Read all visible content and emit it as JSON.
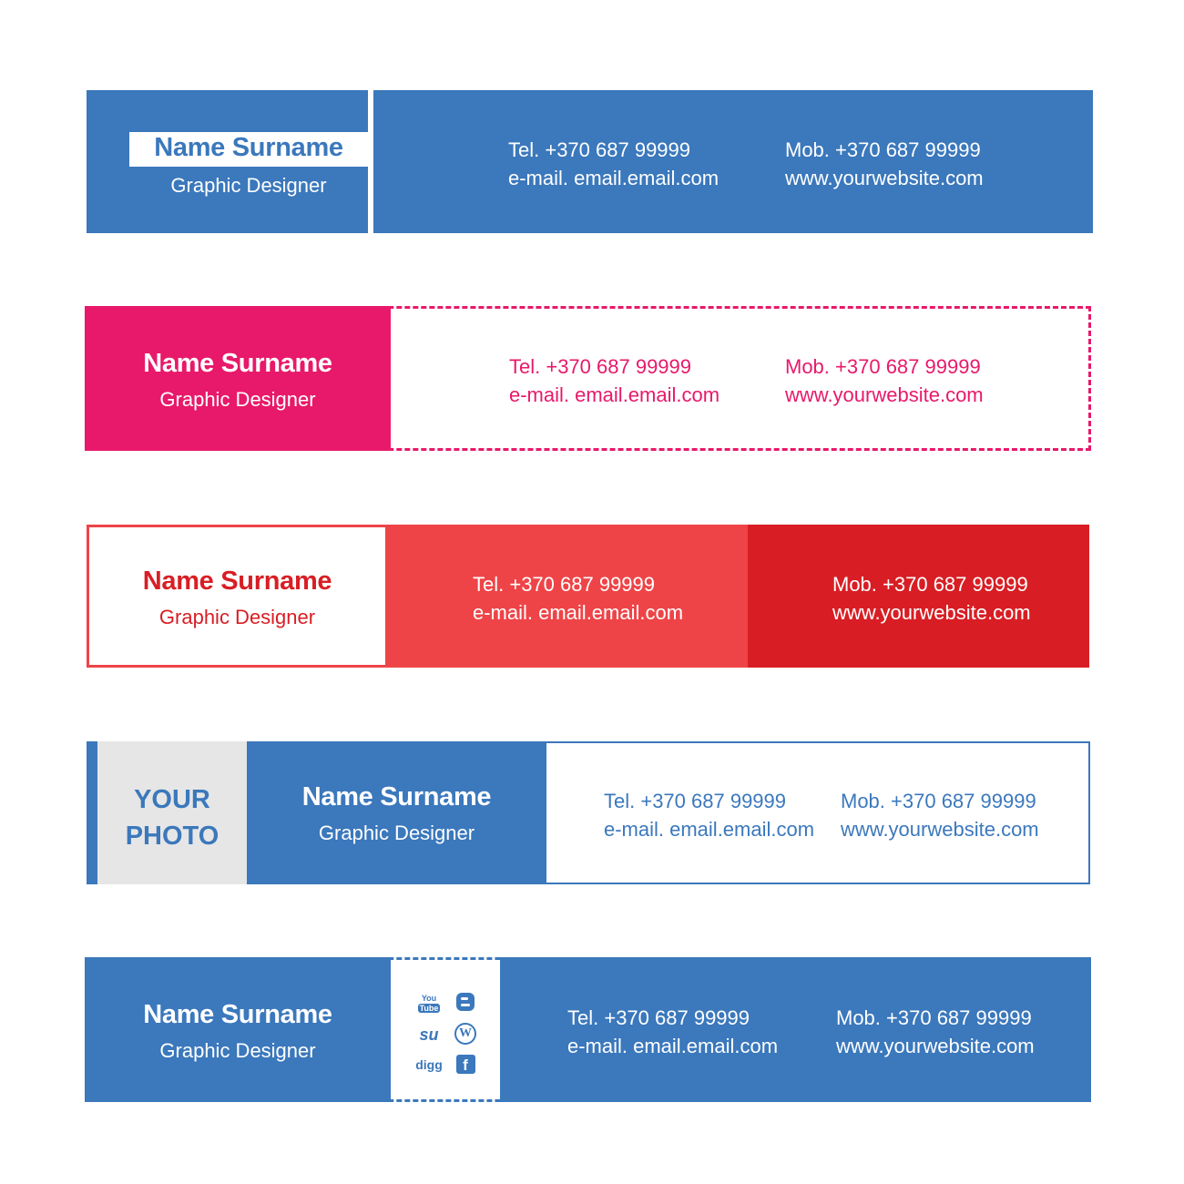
{
  "colors": {
    "blue": "#3b78bc",
    "pink": "#e8196a",
    "red_light": "#ee4447",
    "red_dark": "#d81e24",
    "red_text": "#d81e24",
    "photo_grey": "#e6e6e6"
  },
  "banners": [
    {
      "name": "Name Surname",
      "role": "Graphic Designer",
      "tel": "Tel. +370 687 99999",
      "email": "e-mail. email.email.com",
      "mob": "Mob. +370 687 99999",
      "web": "www.yourwebsite.com"
    },
    {
      "name": "Name Surname",
      "role": "Graphic Designer",
      "tel": "Tel. +370 687 99999",
      "email": "e-mail. email.email.com",
      "mob": "Mob. +370 687 99999",
      "web": "www.yourwebsite.com"
    },
    {
      "name": "Name Surname",
      "role": "Graphic Designer",
      "tel": "Tel. +370 687 99999",
      "email": "e-mail. email.email.com",
      "mob": "Mob. +370 687 99999",
      "web": "www.yourwebsite.com"
    },
    {
      "photo_line1": "YOUR",
      "photo_line2": "PHOTO",
      "name": "Name Surname",
      "role": "Graphic Designer",
      "tel": "Tel. +370 687 99999",
      "email": "e-mail. email.email.com",
      "mob": "Mob. +370 687 99999",
      "web": "www.yourwebsite.com"
    },
    {
      "name": "Name Surname",
      "role": "Graphic Designer",
      "tel": "Tel. +370 687 99999",
      "email": "e-mail. email.email.com",
      "mob": "Mob. +370 687 99999",
      "web": "www.yourwebsite.com",
      "social": {
        "youtube_line1": "You",
        "youtube_line2": "Tube",
        "stumbleupon": "su",
        "wordpress": "W",
        "digg": "digg",
        "facebook": "f",
        "icons": [
          "youtube-icon",
          "blogger-icon",
          "stumbleupon-icon",
          "wordpress-icon",
          "digg-icon",
          "facebook-icon"
        ]
      }
    }
  ]
}
